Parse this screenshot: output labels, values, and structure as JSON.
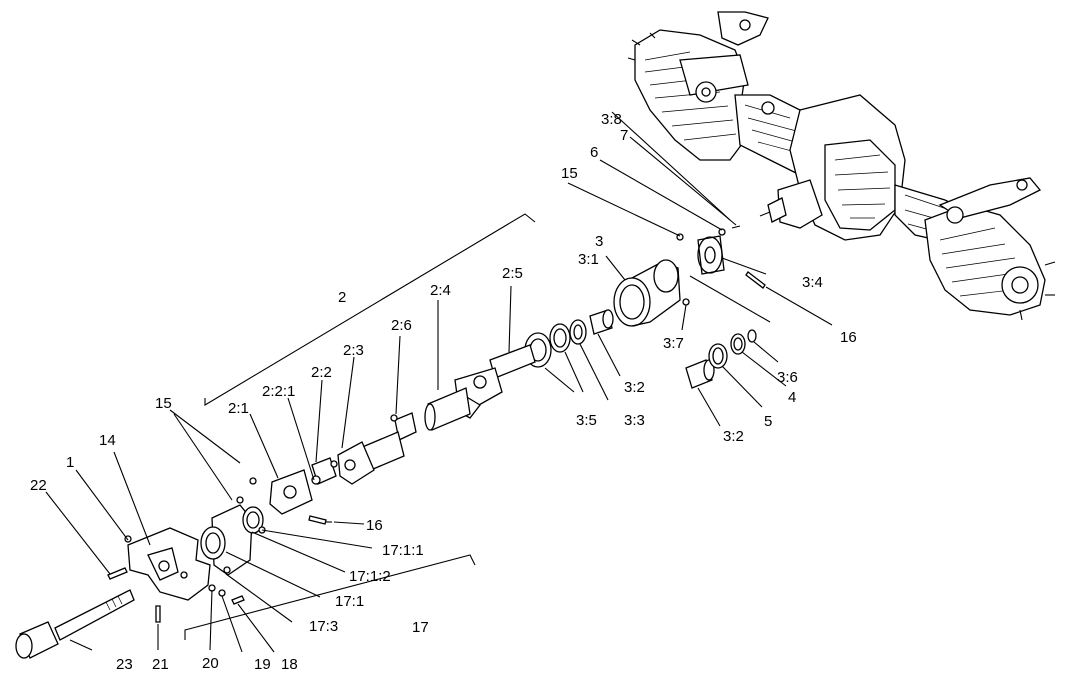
{
  "labels": {
    "c1": "1",
    "c2": "2",
    "c2_1": "2:1",
    "c2_2": "2:2",
    "c2_2_1": "2:2:1",
    "c2_3": "2:3",
    "c2_4": "2:4",
    "c2_5": "2:5",
    "c2_6": "2:6",
    "c3": "3",
    "c3_1": "3:1",
    "c3_2a": "3:2",
    "c3_2b": "3:2",
    "c3_3": "3:3",
    "c3_4": "3:4",
    "c3_5": "3:5",
    "c3_6": "3:6",
    "c3_7": "3:7",
    "c3_8": "3:8",
    "c4": "4",
    "c5": "5",
    "c6": "6",
    "c7": "7",
    "c14": "14",
    "c15a": "15",
    "c15b": "15",
    "c16a": "16",
    "c16b": "16",
    "c17": "17",
    "c17_1": "17:1",
    "c17_1_1": "17:1:1",
    "c17_1_2": "17:1:2",
    "c17_3": "17:3",
    "c18": "18",
    "c19": "19",
    "c20": "20",
    "c21": "21",
    "c22": "22",
    "c23": "23"
  }
}
